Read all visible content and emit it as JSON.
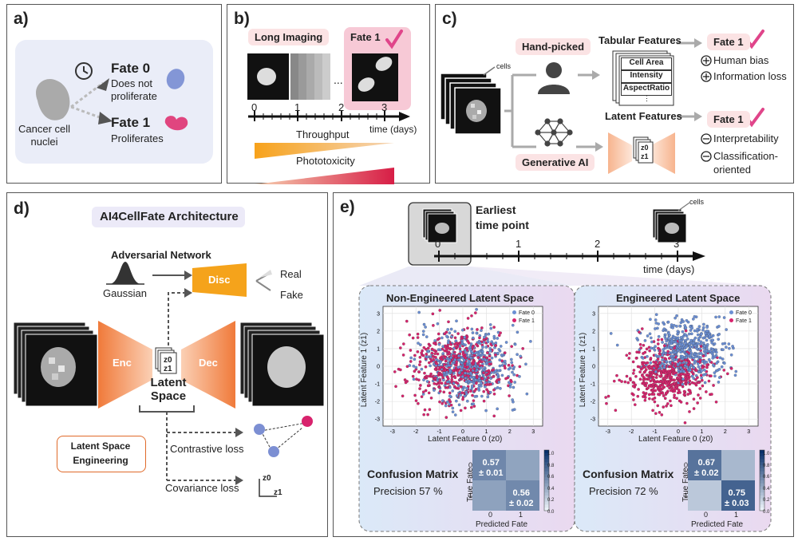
{
  "panel_a": {
    "label": "a)",
    "nuclei": "Cancer cell\nnuclei",
    "fate0_title": "Fate 0",
    "fate0_desc": "Does not\nproliferate",
    "fate1_title": "Fate 1",
    "fate1_desc": "Proliferates"
  },
  "panel_b": {
    "label": "b)",
    "pill": "Long Imaging",
    "fate_pill": "Fate 1",
    "ellipsis": "...",
    "ticks": [
      "0",
      "1",
      "2",
      "3"
    ],
    "axis_label": "time (days)",
    "throughput": "Throughput",
    "phototoxicity": "Phototoxicity"
  },
  "panel_c": {
    "label": "c)",
    "cells": "cells",
    "handpicked": "Hand-picked",
    "tabular": "Tabular Features",
    "fate_top": "Fate 1",
    "table_rows": [
      "Cell Area",
      "Intensity",
      "AspectRatio",
      "⋮"
    ],
    "human_bias": "Human bias",
    "info_loss": "Information loss",
    "generative": "Generative AI",
    "latent": "Latent Features",
    "fate_bottom": "Fate 1",
    "interpretability": "Interpretability",
    "classification": "Classification-\noriented",
    "z0": "z0",
    "z1": "z1"
  },
  "panel_d": {
    "label": "d)",
    "title": "AI4CellFate Architecture",
    "adversarial": "Adversarial Network",
    "gaussian": "Gaussian",
    "disc": "Disc",
    "real": "Real",
    "fake": "Fake",
    "enc": "Enc",
    "dec": "Dec",
    "latent_space": "Latent\nSpace",
    "lse": "Latent Space\nEngineering",
    "contrastive": "Contrastive loss",
    "covariance": "Covariance loss",
    "z0": "z0",
    "z1": "z1"
  },
  "panel_e": {
    "label": "e)",
    "earliest": "Earliest\ntime point",
    "ticks": [
      "0",
      "1",
      "2",
      "3"
    ],
    "axis_label": "time (days)",
    "cells": "cells",
    "left": {
      "title": "Non-Engineered Latent Space",
      "xlabel": "Latent Feature 0 (z0)",
      "ylabel": "Latent Feature 1 (z1)",
      "cm_title": "Confusion Matrix",
      "precision": "Precision 57 %",
      "cm_tl": "0.57\n± 0.01",
      "cm_br": "0.56\n± 0.02"
    },
    "right": {
      "title": "Engineered Latent Space",
      "xlabel": "Latent Feature 0 (z0)",
      "ylabel": "Latent Feature 1 (z1)",
      "cm_title": "Confusion Matrix",
      "precision": "Precision 72 %",
      "cm_tl": "0.67\n± 0.02",
      "cm_br": "0.75\n± 0.03"
    },
    "true_fate": "True Fate",
    "predicted_fate": "Predicted Fate",
    "cm_ticks": [
      "0",
      "1"
    ],
    "colorbar_ticks": [
      "1.0",
      "0.8",
      "0.6",
      "0.4",
      "0.2",
      "0.0"
    ],
    "legend": [
      "Fate 0",
      "Fate 1"
    ]
  },
  "chart_data": [
    {
      "type": "scatter",
      "title": "Non-Engineered Latent Space",
      "xlabel": "Latent Feature 0 (z0)",
      "ylabel": "Latent Feature 1 (z1)",
      "xlim": [
        -3.4,
        3.4
      ],
      "ylim": [
        -3.4,
        3.4
      ],
      "xticks": [
        -3,
        -2,
        -1,
        0,
        1,
        2,
        3
      ],
      "yticks": [
        -3,
        -2,
        -1,
        0,
        1,
        2,
        3
      ],
      "grid": true,
      "legend_position": "top-right",
      "series": [
        {
          "name": "Fate 0",
          "color": "#6b8fd4",
          "center": [
            0.3,
            0.0
          ],
          "spread": 1.05
        },
        {
          "name": "Fate 1",
          "color": "#d8236d",
          "center": [
            -0.3,
            0.0
          ],
          "spread": 1.05
        }
      ]
    },
    {
      "type": "scatter",
      "title": "Engineered Latent Space",
      "xlabel": "Latent Feature 0 (z0)",
      "ylabel": "Latent Feature 1 (z1)",
      "xlim": [
        -3.4,
        3.4
      ],
      "ylim": [
        -3.4,
        3.4
      ],
      "xticks": [
        -3,
        -2,
        -1,
        0,
        1,
        2,
        3
      ],
      "yticks": [
        -3,
        -2,
        -1,
        0,
        1,
        2,
        3
      ],
      "grid": true,
      "legend_position": "top-right",
      "series": [
        {
          "name": "Fate 0",
          "color": "#6b8fd4",
          "center": [
            0.4,
            0.9
          ],
          "spread": 0.85
        },
        {
          "name": "Fate 1",
          "color": "#d8236d",
          "center": [
            -0.4,
            -0.5
          ],
          "spread": 0.85
        }
      ]
    },
    {
      "type": "heatmap",
      "title": "Confusion Matrix",
      "xlabel": "Predicted Fate",
      "ylabel": "True Fate",
      "categories": [
        "0",
        "1"
      ],
      "values": [
        [
          0.57,
          0.43
        ],
        [
          0.44,
          0.56
        ]
      ],
      "annotations": [
        "0.57 ± 0.01",
        "0.56 ± 0.02"
      ]
    },
    {
      "type": "heatmap",
      "title": "Confusion Matrix",
      "xlabel": "Predicted Fate",
      "ylabel": "True Fate",
      "categories": [
        "0",
        "1"
      ],
      "values": [
        [
          0.67,
          0.33
        ],
        [
          0.25,
          0.75
        ]
      ],
      "annotations": [
        "0.67 ± 0.02",
        "0.75 ± 0.03"
      ]
    }
  ]
}
